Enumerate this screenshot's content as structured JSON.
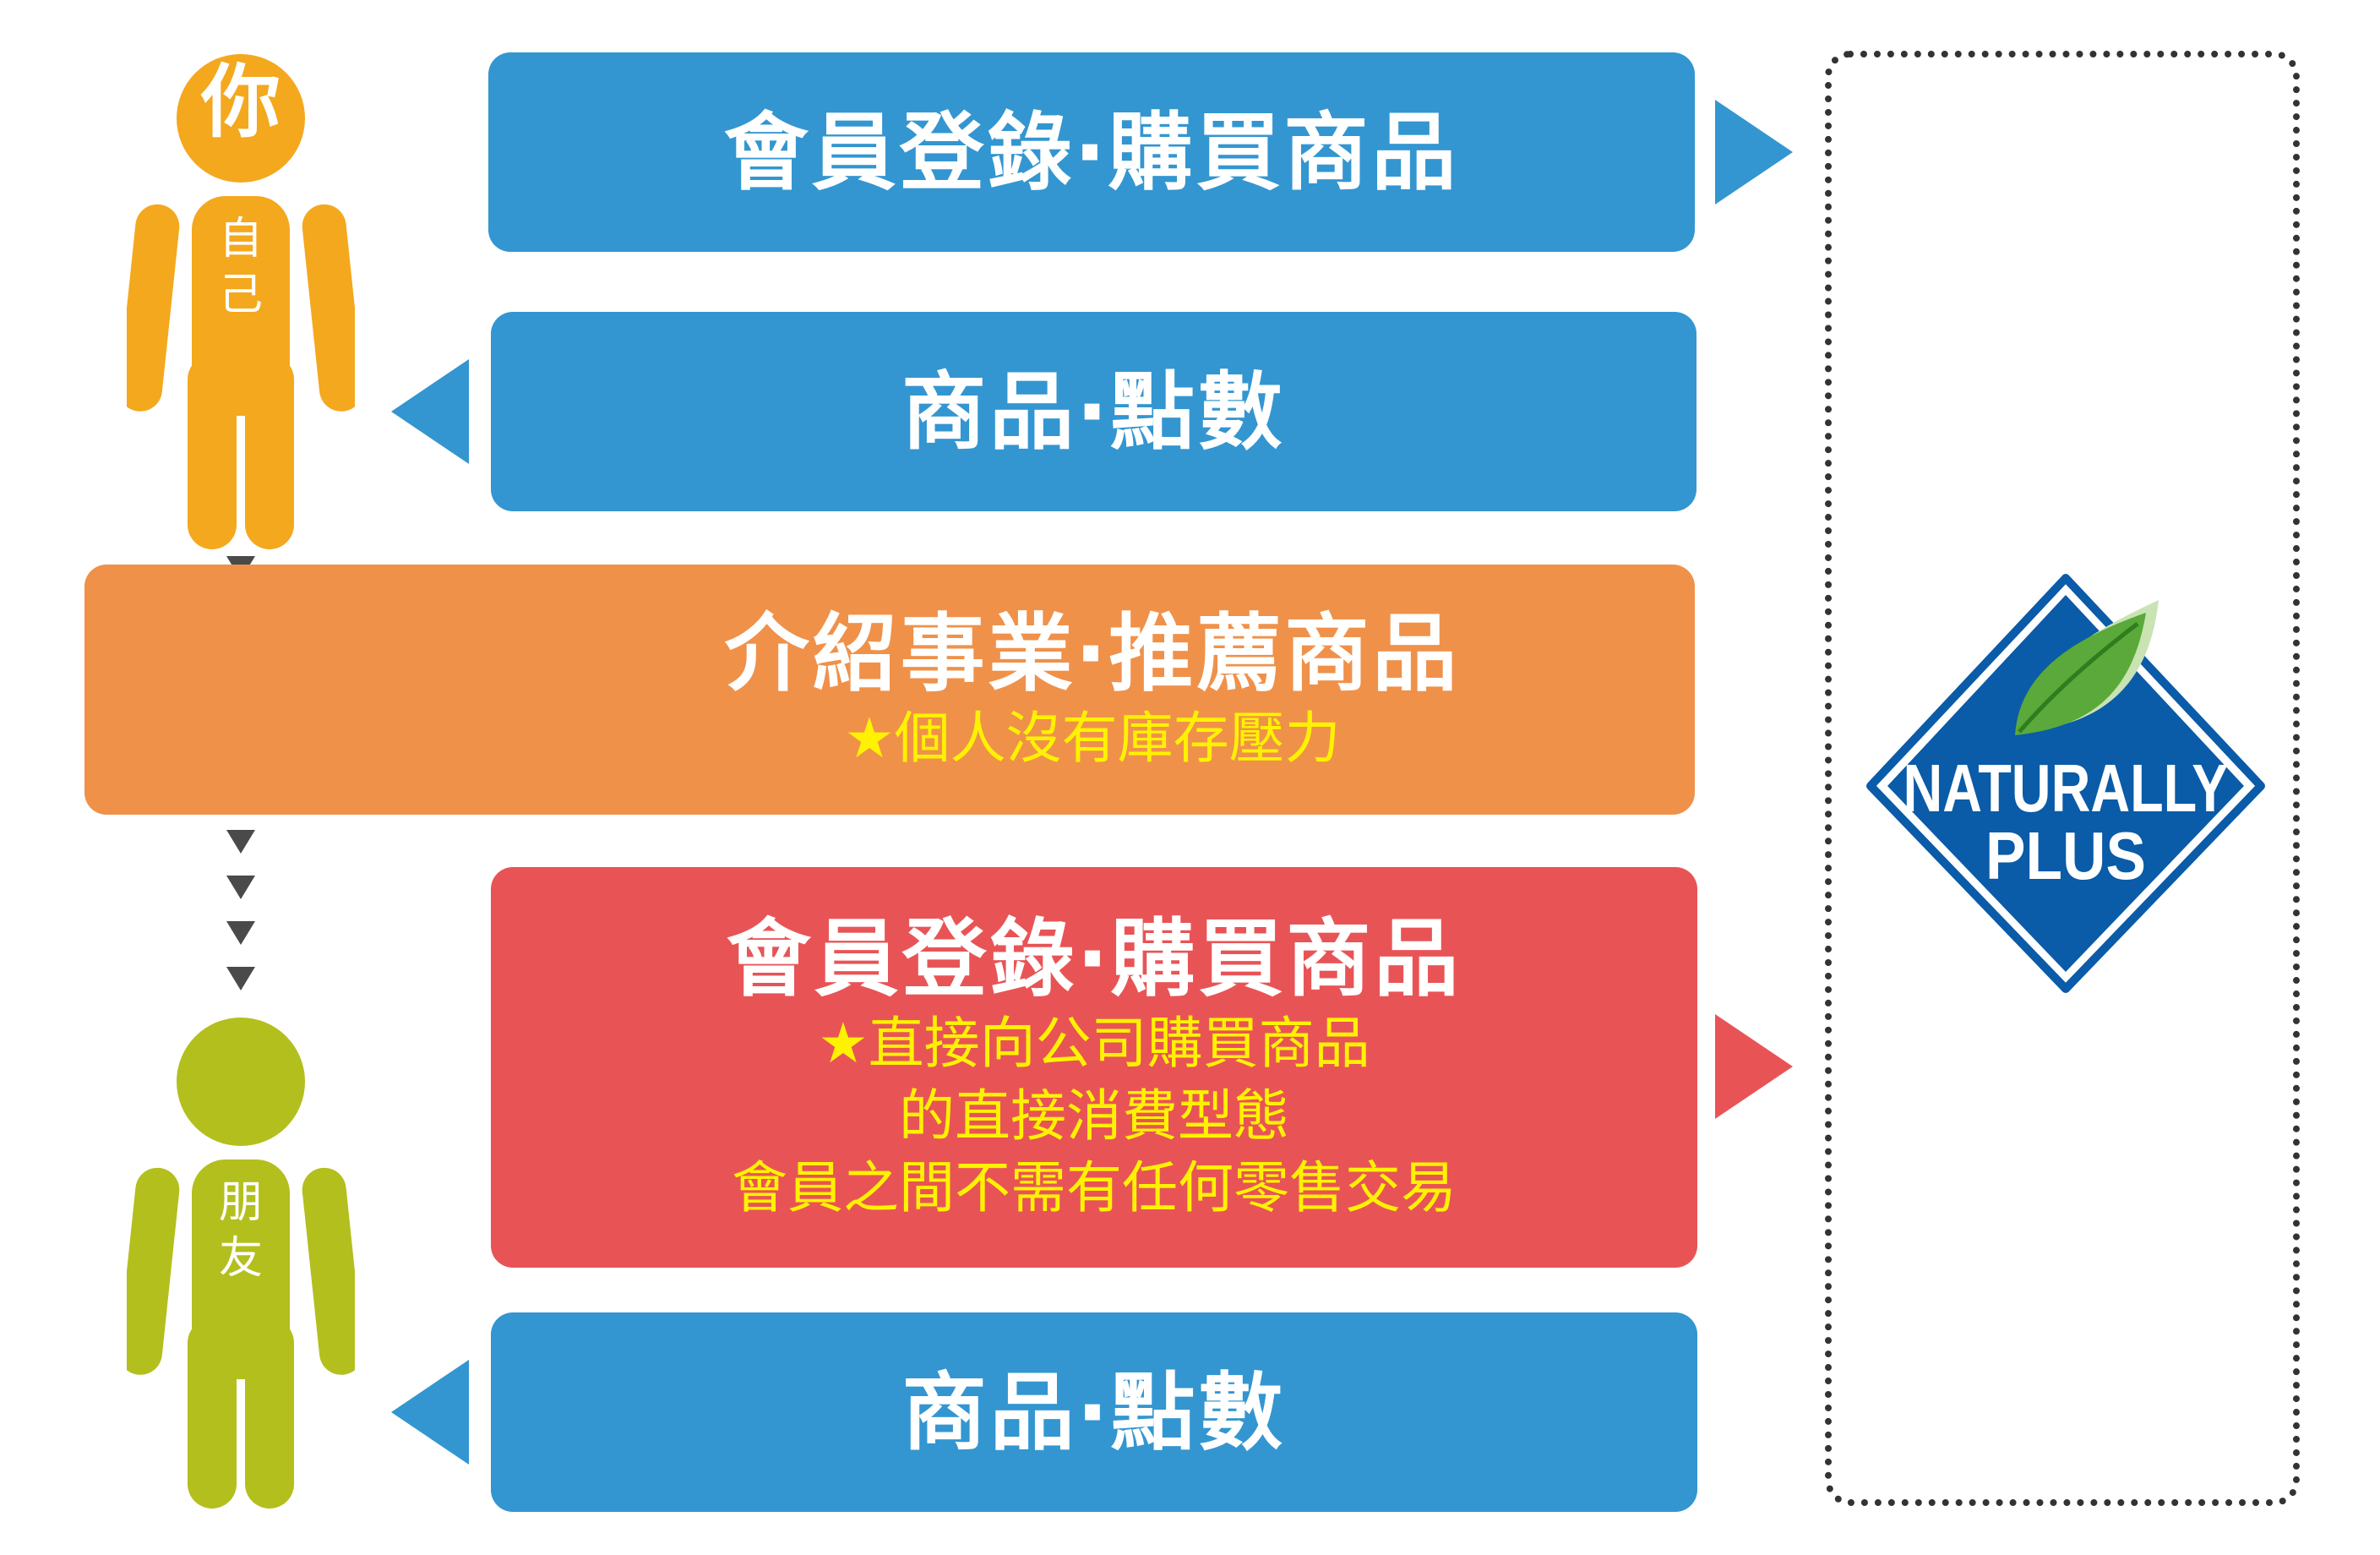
{
  "you": {
    "head_label": "你",
    "body_label_1": "自",
    "body_label_2": "己",
    "color": "#f4a81d"
  },
  "friend": {
    "body_label_1": "朋",
    "body_label_2": "友",
    "color": "#b3bf1d"
  },
  "box1": {
    "title": "會員登錄‧購買商品",
    "color": "#3396d1"
  },
  "box2": {
    "title": "商品‧點數",
    "color": "#3396d1"
  },
  "box3": {
    "title": "介紹事業‧推薦商品",
    "note": "★個人沒有庫存壓力",
    "color": "#f0914a"
  },
  "box4": {
    "title": "會員登錄‧購買商品",
    "note_line1": "★直接向公司購買商品",
    "note_line2": "的直接消費型態",
    "note_line3": "會員之間不需有任何零售交易",
    "color": "#e85456"
  },
  "box5": {
    "title": "商品‧點數",
    "color": "#3396d1"
  },
  "logo": {
    "line1": "NATURALLY",
    "line2": "PLUS",
    "color": "#0a5ba8"
  },
  "icons": [
    "person-icon",
    "leaf-icon",
    "arrow-right-icon",
    "arrow-left-icon",
    "arrow-down-icon"
  ]
}
